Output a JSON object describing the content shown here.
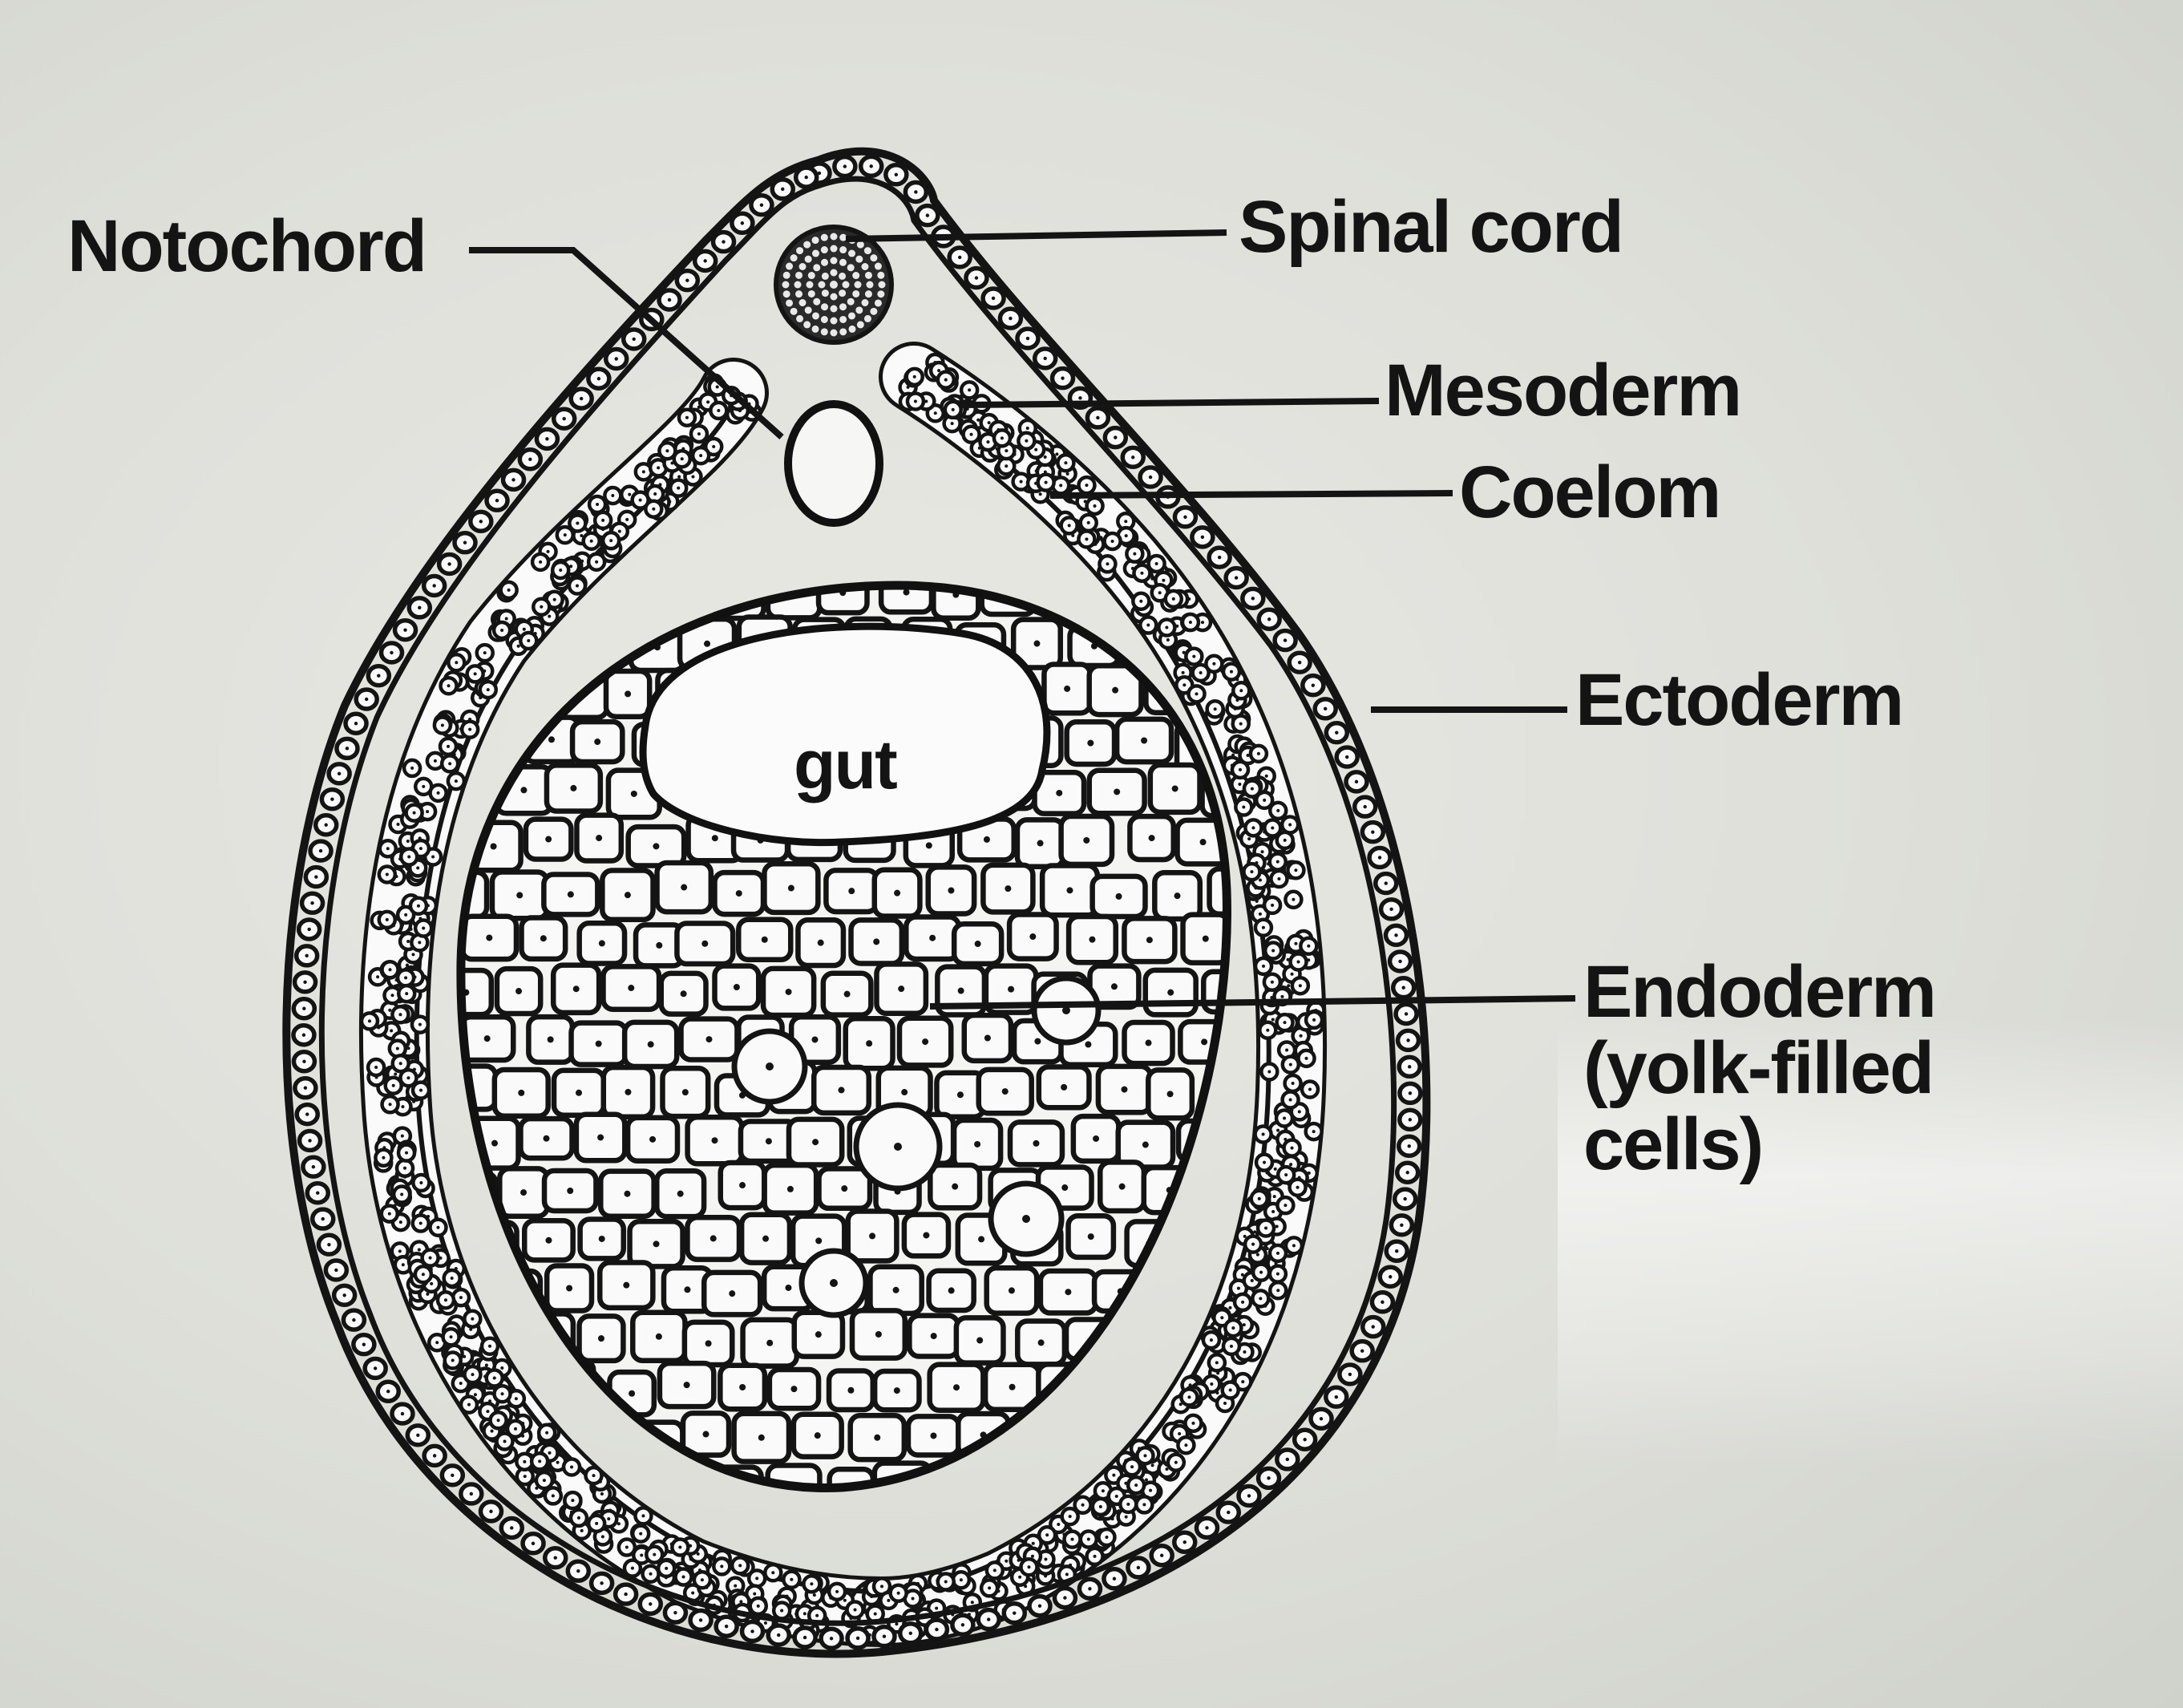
{
  "labels": {
    "notochord": "Notochord",
    "spinal_cord": "Spinal cord",
    "mesoderm": "Mesoderm",
    "coelom": "Coelom",
    "ectoderm": "Ectoderm",
    "endoderm_line1": "Endoderm",
    "endoderm_line2": "(yolk-filled",
    "endoderm_line3": "cells)",
    "gut": "gut"
  },
  "colors": {
    "ink": "#141414",
    "paper": "#e2e3de",
    "cell_fill": "#fafafa"
  }
}
